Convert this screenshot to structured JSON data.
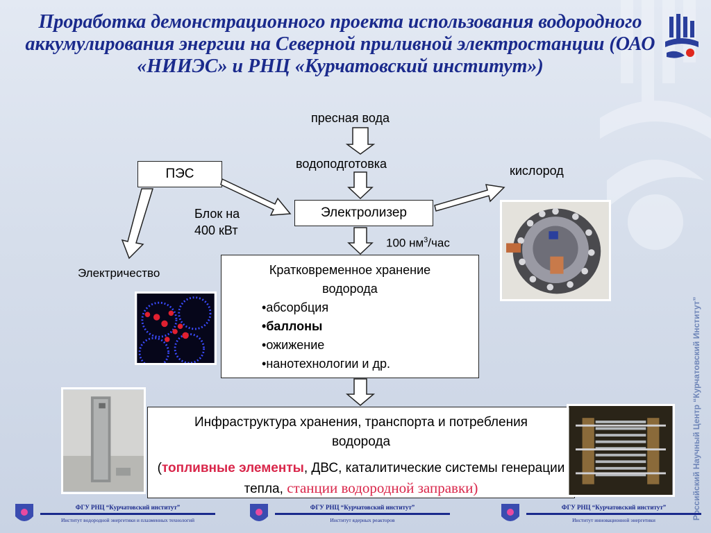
{
  "title": "Проработка демонстрационного проекта использования водородного аккумулирования энергии на Северной приливной электростанции (ОАО «НИИЭС» и РНЦ «Курчатовский институт»)",
  "labels": {
    "fresh_water": "пресная вода",
    "water_treatment": "водоподготовка",
    "oxygen": "кислород",
    "block": "Блок на",
    "block_power": "400 кВт",
    "electricity": "Электричество",
    "flow_value": "100 нм",
    "flow_sup": "3",
    "flow_unit": "/час"
  },
  "boxes": {
    "pes": "ПЭС",
    "electrolyzer": "Электролизер",
    "storage": {
      "heading": "Кратковременное хранение водорода",
      "items": [
        "абсорбция",
        "баллоны",
        "ожижение",
        "нанотехнологии и др."
      ]
    },
    "infra": {
      "line1": "Инфраструктура хранения, транспорта и потребления водорода",
      "open_paren": "(",
      "fuel_cells": "топливные элементы",
      "after_fuel": ", ДВС, каталитические системы генерации тепла, ",
      "stations": "станции водородной заправки)"
    }
  },
  "side_text": "Российский Научный Центр “Курчатовский Институт”",
  "footers": [
    {
      "org": "ФГУ РНЦ “Курчатовский институт”",
      "institute": "Институт водородной энергетики и плазменных технологий"
    },
    {
      "org": "ФГУ РНЦ “Курчатовский институт”",
      "institute": "Институт ядерных реакторов"
    },
    {
      "org": "ФГУ РНЦ “Курчатовский институт”",
      "institute": "Институт инновационной энергетики"
    }
  ],
  "icons": [
    "kurchatov-logo-icon"
  ],
  "colors": {
    "title": "#1a2a8c",
    "accent_red": "#d9264a",
    "side_text": "#6f86b8"
  }
}
